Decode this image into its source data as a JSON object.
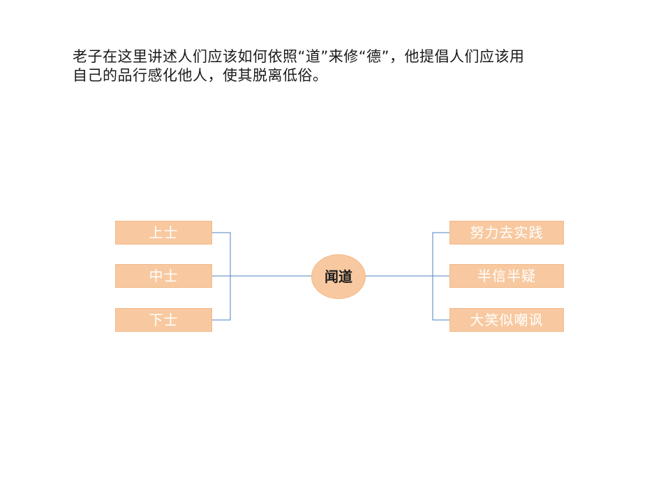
{
  "intro": {
    "line1": "老子在这里讲述人们应该如何依照“道”来修“德”，他提倡人们应该用",
    "line2": "自己的品行感化他人，使其脱离低俗。"
  },
  "diagram": {
    "center": "闻道",
    "left_nodes": [
      {
        "label": "上士"
      },
      {
        "label": "中士"
      },
      {
        "label": "下士"
      }
    ],
    "right_nodes": [
      {
        "label": "努力去实践"
      },
      {
        "label": "半信半疑"
      },
      {
        "label": "大笑似嘲讽"
      }
    ],
    "colors": {
      "node_fill": "#f8c9a0",
      "node_text": "#ffffff",
      "connector": "#4f81bd"
    }
  }
}
